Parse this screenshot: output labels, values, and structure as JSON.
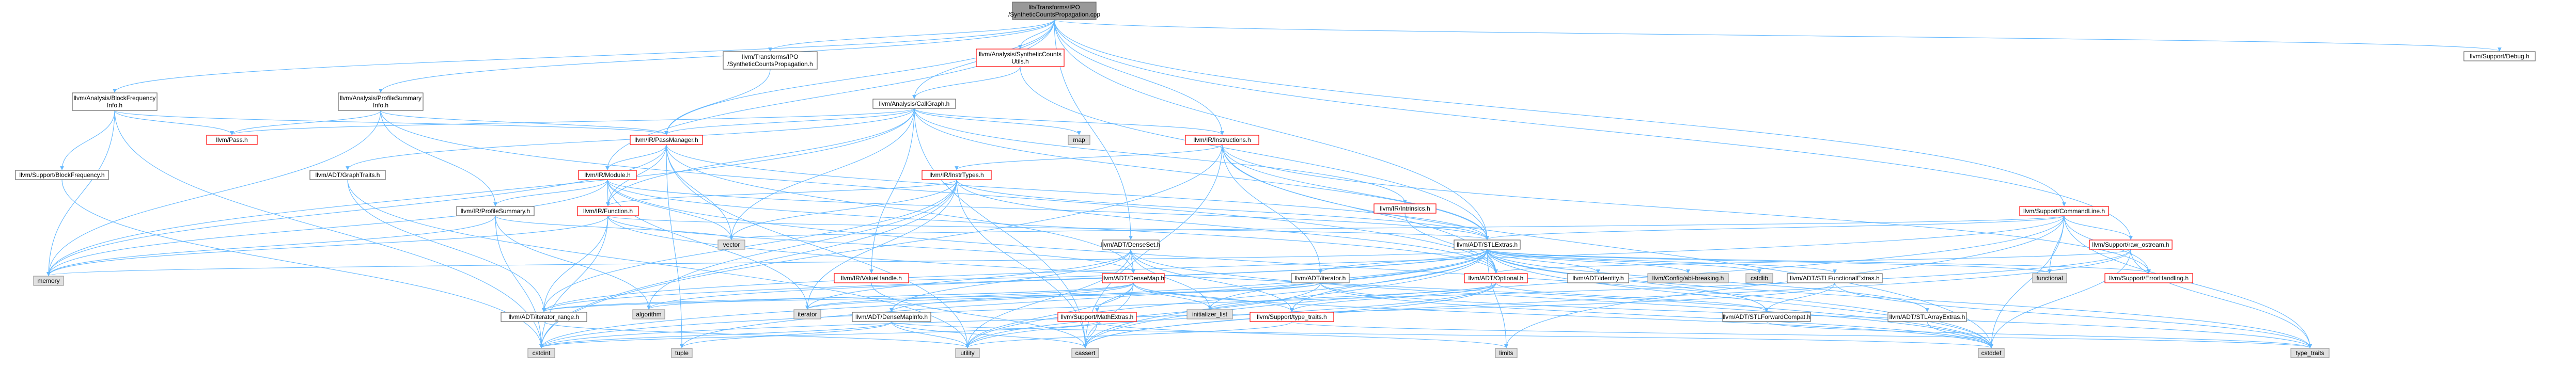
{
  "diagram": {
    "title": "Dependency graph for lib/Transforms/IPO/SyntheticCountsPropagation.cpp",
    "colors": {
      "root_fill": "#999999",
      "root_stroke": "#666666",
      "file_fill": "#ffffff",
      "file_stroke_normal": "#666666",
      "file_stroke_red": "#ff0000",
      "system_fill": "#e0e0e0",
      "system_stroke": "#999999",
      "edge": "#63b8ff"
    },
    "nodes": [
      {
        "id": "root",
        "kind": "root",
        "lines": [
          "lib/Transforms/IPO",
          "/SyntheticCountsPropagation.cpp"
        ]
      },
      {
        "id": "bfi",
        "kind": "file",
        "lines": [
          "llvm/Analysis/BlockFrequency",
          "Info.h"
        ]
      },
      {
        "id": "psi",
        "kind": "file",
        "lines": [
          "llvm/Analysis/ProfileSummary",
          "Info.h"
        ]
      },
      {
        "id": "scpH",
        "kind": "file",
        "lines": [
          "llvm/Transforms/IPO",
          "/SyntheticCountsPropagation.h"
        ]
      },
      {
        "id": "scu",
        "kind": "red",
        "lines": [
          "llvm/Analysis/SyntheticCounts",
          "Utils.h"
        ]
      },
      {
        "id": "cg",
        "kind": "file",
        "lines": [
          "llvm/Analysis/CallGraph.h"
        ]
      },
      {
        "id": "debug",
        "kind": "file",
        "lines": [
          "llvm/Support/Debug.h"
        ]
      },
      {
        "id": "supbf",
        "kind": "file",
        "lines": [
          "llvm/Support/BlockFrequency.h"
        ]
      },
      {
        "id": "pass",
        "kind": "red",
        "lines": [
          "llvm/Pass.h"
        ]
      },
      {
        "id": "pm",
        "kind": "red",
        "lines": [
          "llvm/IR/PassManager.h"
        ]
      },
      {
        "id": "map",
        "kind": "system",
        "lines": [
          "map"
        ]
      },
      {
        "id": "instr",
        "kind": "red",
        "lines": [
          "llvm/IR/Instructions.h"
        ]
      },
      {
        "id": "gt",
        "kind": "file",
        "lines": [
          "llvm/ADT/GraphTraits.h"
        ]
      },
      {
        "id": "module",
        "kind": "red",
        "lines": [
          "llvm/IR/Module.h"
        ]
      },
      {
        "id": "instrtypes",
        "kind": "red",
        "lines": [
          "llvm/IR/InstrTypes.h"
        ]
      },
      {
        "id": "intrinsics",
        "kind": "red",
        "lines": [
          "llvm/IR/Intrinsics.h"
        ]
      },
      {
        "id": "cl",
        "kind": "red",
        "lines": [
          "llvm/Support/CommandLine.h"
        ]
      },
      {
        "id": "irps",
        "kind": "file",
        "lines": [
          "llvm/IR/ProfileSummary.h"
        ]
      },
      {
        "id": "func",
        "kind": "red",
        "lines": [
          "llvm/IR/Function.h"
        ]
      },
      {
        "id": "vector",
        "kind": "system",
        "lines": [
          "vector"
        ]
      },
      {
        "id": "densemap",
        "kind": "file",
        "lines": [
          "llvm/ADT/DenseSet.h"
        ]
      },
      {
        "id": "stlextras",
        "kind": "file",
        "lines": [
          "llvm/ADT/STLExtras.h"
        ]
      },
      {
        "id": "rawos",
        "kind": "red",
        "lines": [
          "llvm/Support/raw_ostream.h"
        ]
      },
      {
        "id": "memory",
        "kind": "system",
        "lines": [
          "memory"
        ]
      },
      {
        "id": "valuehandle",
        "kind": "red",
        "lines": [
          "llvm/IR/ValueHandle.h"
        ]
      },
      {
        "id": "densemapH",
        "kind": "red",
        "lines": [
          "llvm/ADT/DenseMap.h"
        ]
      },
      {
        "id": "iterator",
        "kind": "file",
        "lines": [
          "llvm/ADT/iterator.h"
        ]
      },
      {
        "id": "optional",
        "kind": "red",
        "lines": [
          "llvm/ADT/Optional.h"
        ]
      },
      {
        "id": "identity",
        "kind": "file",
        "lines": [
          "llvm/ADT/identity.h"
        ]
      },
      {
        "id": "abi",
        "kind": "system",
        "lines": [
          "llvm/Config/abi-breaking.h"
        ]
      },
      {
        "id": "cstdlib",
        "kind": "system",
        "lines": [
          "cstdlib"
        ]
      },
      {
        "id": "stlfe",
        "kind": "file",
        "lines": [
          "llvm/ADT/STLFunctionalExtras.h"
        ]
      },
      {
        "id": "functional",
        "kind": "system",
        "lines": [
          "functional"
        ]
      },
      {
        "id": "errh",
        "kind": "red",
        "lines": [
          "llvm/Support/ErrorHandling.h"
        ]
      },
      {
        "id": "algorithm",
        "kind": "system",
        "lines": [
          "algorithm"
        ]
      },
      {
        "id": "itrange",
        "kind": "file",
        "lines": [
          "llvm/ADT/iterator_range.h"
        ]
      },
      {
        "id": "iteratorstd",
        "kind": "system",
        "lines": [
          "iterator"
        ]
      },
      {
        "id": "dmi",
        "kind": "file",
        "lines": [
          "llvm/ADT/DenseMapInfo.h"
        ]
      },
      {
        "id": "mathx",
        "kind": "red",
        "lines": [
          "llvm/Support/MathExtras.h"
        ]
      },
      {
        "id": "initlist",
        "kind": "system",
        "lines": [
          "initializer_list"
        ]
      },
      {
        "id": "typetraitsH",
        "kind": "red",
        "lines": [
          "llvm/Support/type_traits.h"
        ]
      },
      {
        "id": "stlfc",
        "kind": "file",
        "lines": [
          "llvm/ADT/STLForwardCompat.h"
        ]
      },
      {
        "id": "stlae",
        "kind": "file",
        "lines": [
          "llvm/ADT/STLArrayExtras.h"
        ]
      },
      {
        "id": "cstdint",
        "kind": "system",
        "lines": [
          "cstdint"
        ]
      },
      {
        "id": "tuple",
        "kind": "system",
        "lines": [
          "tuple"
        ]
      },
      {
        "id": "utility",
        "kind": "system",
        "lines": [
          "utility"
        ]
      },
      {
        "id": "cassert",
        "kind": "system",
        "lines": [
          "cassert"
        ]
      },
      {
        "id": "limits",
        "kind": "system",
        "lines": [
          "limits"
        ]
      },
      {
        "id": "cstddef",
        "kind": "system",
        "lines": [
          "cstddef"
        ]
      },
      {
        "id": "type_traits",
        "kind": "system",
        "lines": [
          "type_traits"
        ]
      }
    ]
  }
}
